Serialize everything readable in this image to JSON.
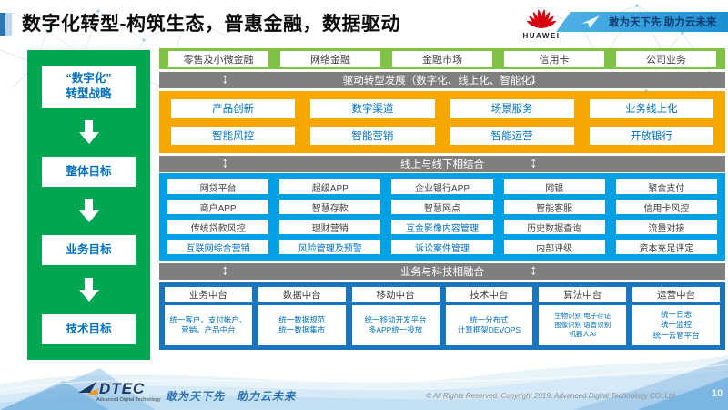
{
  "header": {
    "title": "数字化转型-构筑生态，普惠金融，数据驱动",
    "brand_wordmark": "HUAWEI",
    "ribbon_slogan": "敢为天下先 助力云未来"
  },
  "strategy_panel": {
    "steps": [
      "“数字化”\n转型战略",
      "整体目标",
      "业务目标",
      "技术目标"
    ]
  },
  "main": {
    "business_lines": [
      "零售及小微金融",
      "网络金融",
      "金融市场",
      "信用卡",
      "公司业务"
    ],
    "bar_drive": "驱动转型发展（数字化、线上化、智能化）",
    "capability_rows": [
      [
        "产品创新",
        "数字渠道",
        "场景服务",
        "业务线上化"
      ],
      [
        "智能风控",
        "智能营销",
        "智能运营",
        "开放银行"
      ]
    ],
    "bar_online_offline": "线上与线下相结合",
    "application_rows": [
      [
        "网贷平台",
        "超级APP",
        "企业银行APP",
        "网银",
        "聚合支付"
      ],
      [
        "商户APP",
        "智慧存款",
        "智慧网点",
        "智能客服",
        "信用卡风控"
      ],
      [
        "传统贷款风控",
        "理财营销",
        "互金影像内容管理",
        "历史数据查询",
        "流量对接"
      ],
      [
        "互联网综合营销",
        "风险管理及预警",
        "诉讼案件管理",
        "内部评级",
        "资本充足评定"
      ]
    ],
    "bar_tech_fusion": "业务与科技相融合",
    "platforms": [
      {
        "title": "业务中台",
        "content": "统一客户、支付帐户、营销、产品中台"
      },
      {
        "title": "数据中台",
        "content": "统一数据规范\n统一数据集市"
      },
      {
        "title": "移动中台",
        "content": "统一移动开发平台\n多APP统一投放"
      },
      {
        "title": "技术中台",
        "content": "统一分布式\n计算框架DEVOPS"
      },
      {
        "title": "算法中台",
        "content": "生物识别 电子存证\n图像识别 语音识别\n机器人AI"
      },
      {
        "title": "运营中台",
        "content": "统一日志\n统一监控\n统一云管平台"
      }
    ]
  },
  "icons": {
    "updown_arrow": "↕"
  },
  "footer": {
    "logo_text": "DTEC",
    "logo_subtext": "Advanced Digital Technology",
    "slogan": "敢为天下先   助力云未来",
    "copyright": "© All Rights Reserved. Copyright 2019. Advanced Digital Technology CO.,Ltd",
    "page_number": "10"
  },
  "colors": {
    "strategy_green": "#00A651",
    "business_green": "#7DC242",
    "section_gray": "#7F7F7F",
    "capability_yellow": "#F7A800",
    "application_cyan": "#00A0E5",
    "platform_blue": "#1B75BC",
    "box_text_blue": "#0070C0",
    "huawei_red": "#D7000F",
    "ribbon_blue": "#2FA3DF"
  }
}
